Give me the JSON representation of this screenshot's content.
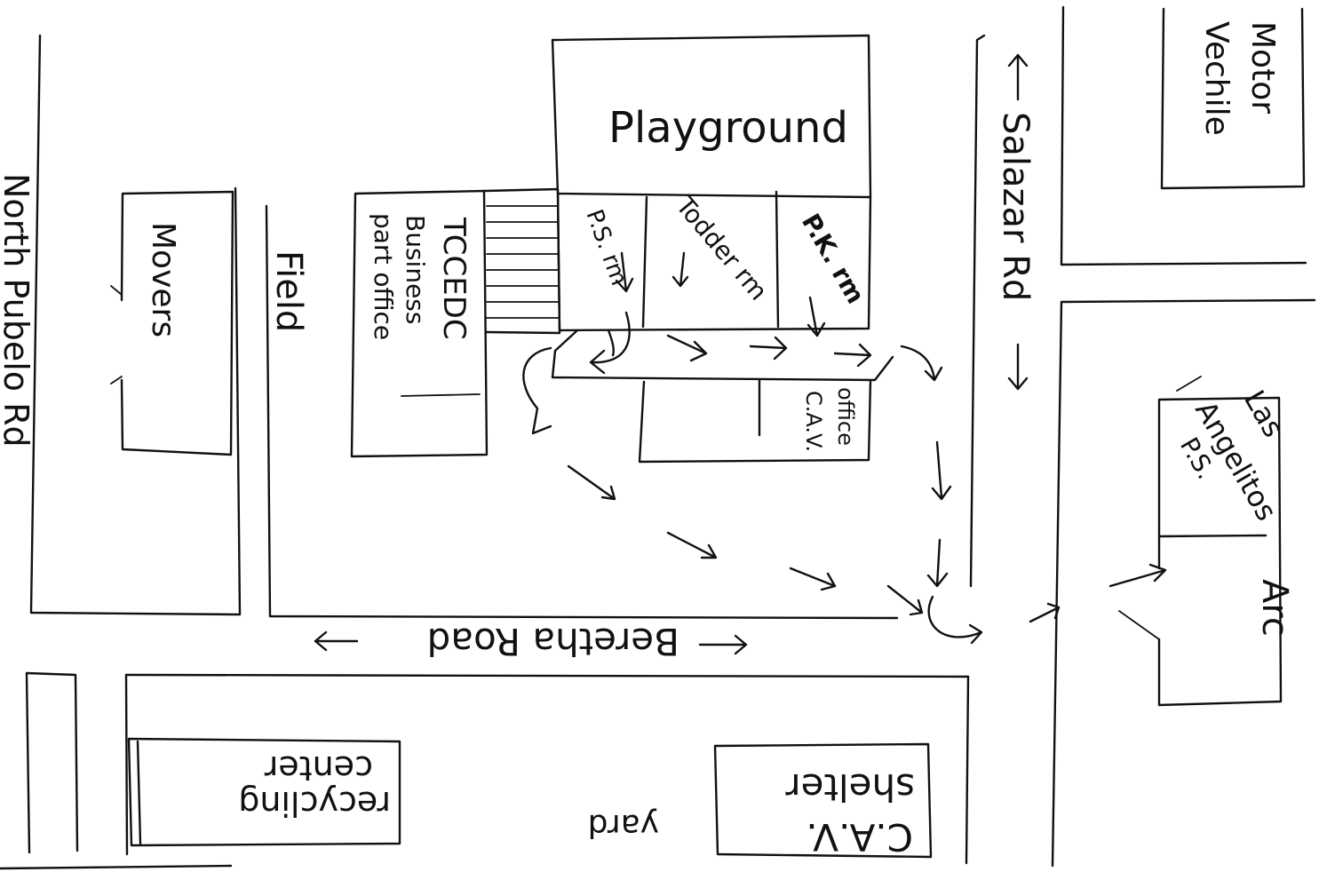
{
  "labels": {
    "playground": "Playground",
    "ps_rm": "P.S. rm",
    "todder_rm": "Todder rm",
    "pk_rm": "P.K. rm",
    "tccedc_name": "TCCEDC",
    "tccedc_sub1": "Business",
    "tccedc_sub2": "part office",
    "cav_office_1": "C.A.V.",
    "cav_office_2": "office",
    "field": "Field",
    "movers": "Movers",
    "north_pueblo_rd": "North Pubelo Rd",
    "salazar_rd": "Salazar Rd",
    "beretta_road": "Beretha Road",
    "motor_vehicle_1": "Motor",
    "motor_vehicle_2": "Vechile",
    "los_angelitos_1": "Las",
    "los_angelitos_2": "Angelitos",
    "los_angelitos_3": "P.S.",
    "arc": "Arc",
    "recycling_1": "recycling",
    "recycling_2": "center",
    "cav_shelter_1": "C.A.V.",
    "cav_shelter_2": "shelter",
    "yard": "yard"
  },
  "colors": {
    "ink": "#111111",
    "paper": "#ffffff"
  }
}
